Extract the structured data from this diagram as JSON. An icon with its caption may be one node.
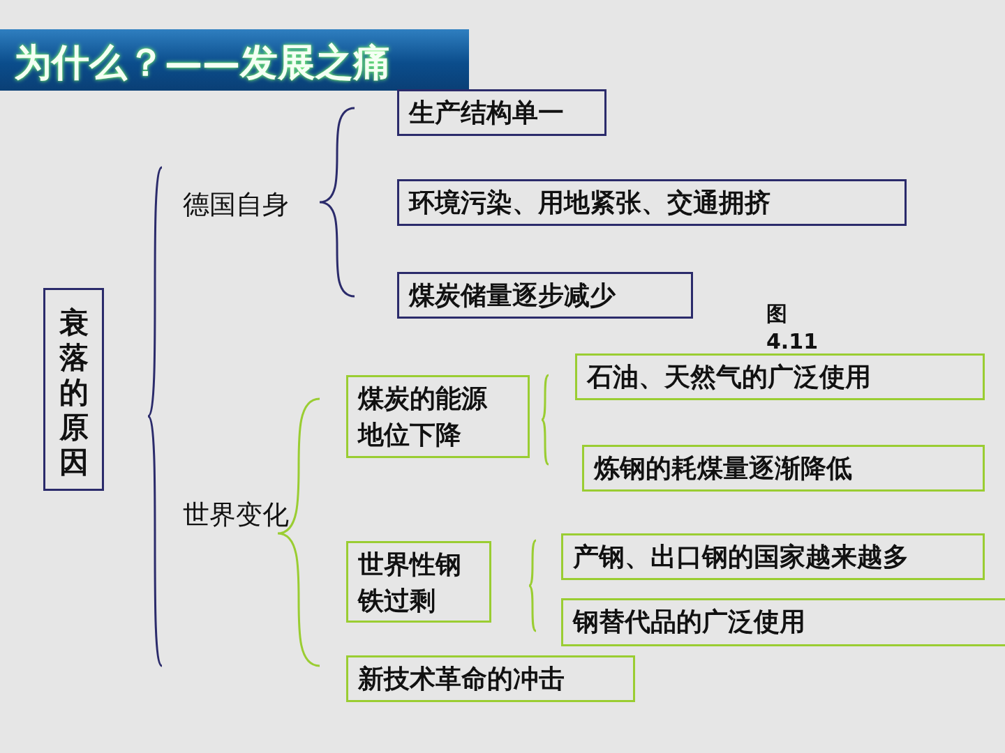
{
  "diagram": {
    "title": "为什么？——发展之痛",
    "nodes": [
      {
        "text": [
          "衰落的原因"
        ]
      },
      {
        "text": [
          "生产结构单一"
        ]
      },
      {
        "text": [
          "环境污染、用地紧张、交通拥挤"
        ]
      },
      {
        "text": [
          "煤炭储量逐步减少"
        ]
      },
      {
        "text": [
          "煤炭的能源地位下降"
        ]
      },
      {
        "text": [
          "石油、天然气的广泛使用"
        ]
      },
      {
        "text": [
          "炼钢的耗煤量逐渐降低"
        ]
      },
      {
        "text": [
          "世界性钢铁过剩"
        ]
      },
      {
        "text": [
          "产钢、出口钢的国家越来越多"
        ]
      },
      {
        "text": [
          "钢替代品的广泛使用"
        ]
      },
      {
        "text": [
          "新技术革命的冲击"
        ]
      }
    ],
    "labels": [
      "德国自身",
      "世界变化",
      "图 4.11"
    ]
  }
}
